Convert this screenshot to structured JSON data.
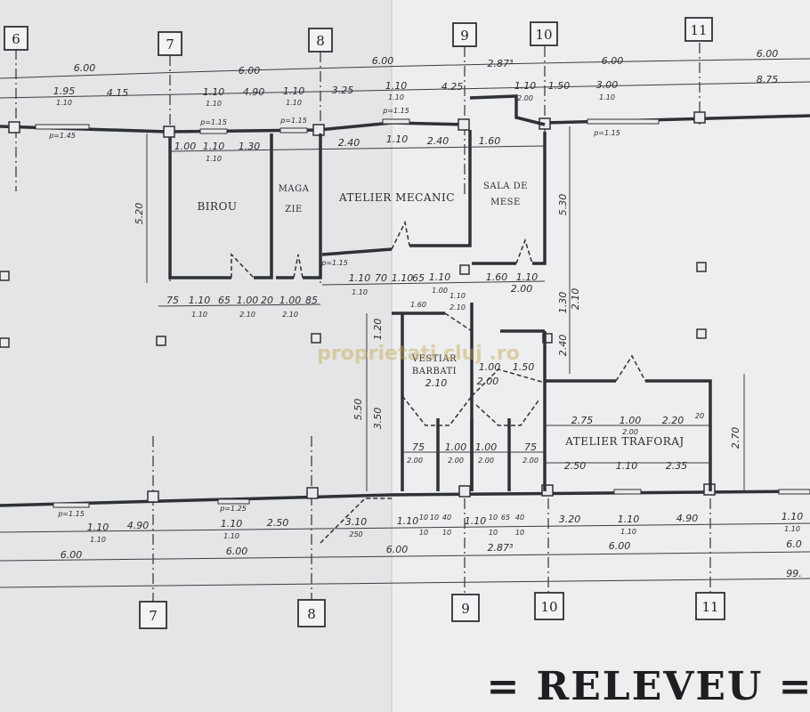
{
  "title": "= RELEVEU =",
  "watermark": "proprietati cluj .ro",
  "axes_top": [
    "6",
    "7",
    "8",
    "9",
    "10",
    "11"
  ],
  "axes_bottom": [
    "7",
    "8",
    "9",
    "10",
    "11"
  ],
  "rooms": {
    "birou": "BIROU",
    "magazie_1": "MAGA",
    "magazie_2": "ZIE",
    "atelier_mecanic": "ATELIER MECANIC",
    "sala_mese_1": "SALA DE",
    "sala_mese_2": "MESE",
    "vestiar_1": "VESTIAR",
    "vestiar_2": "BARBATI",
    "atelier_traforaj": "ATELIER TRAFORAJ"
  },
  "dims_top_row1": [
    "6.00",
    "6.00",
    "6.00",
    "2.87³",
    "6.00",
    "6.00"
  ],
  "dims_top_row2": [
    "1.95",
    "4.15",
    "1.10",
    "4.90",
    "1.10",
    "3.25",
    "1.10",
    "4.25",
    "1.10",
    "1.50",
    "3.00",
    "8.75"
  ],
  "dims_top_row2_sub": [
    "1.10",
    "1.10",
    "1.10",
    "1.10",
    "2.00",
    "1.10"
  ],
  "dims_inner_top": [
    "1.00",
    "1.10",
    "1.30",
    "2.40",
    "1.10",
    "2.40",
    "1.60"
  ],
  "dims_inner_top_sub": [
    "1.10"
  ],
  "dims_vertical": [
    "5.20",
    "5.30",
    "1.30",
    "2.10",
    "2.40",
    "1.20",
    "5.50",
    "3.50",
    "2.70"
  ],
  "parapet": [
    "p=1.45",
    "p=1.15",
    "p=1.15",
    "p=1.15",
    "p=1.15",
    "p=1.15",
    "p=1.15",
    "p=1.25"
  ],
  "dims_mid": [
    "75",
    "1.10",
    "65",
    "1.00",
    "20",
    "1.00",
    "85",
    "1.10",
    "2.10",
    "2.10",
    "1.10",
    "70",
    "1.10",
    "65",
    "1.10",
    "1.10",
    "1.60",
    "1.00",
    "1.10",
    "2.10",
    "2.00",
    "1.60",
    "1.10",
    "2.10",
    "1.00",
    "1.50",
    "2.00"
  ],
  "dims_lower": [
    "2.75",
    "1.00",
    "2.20",
    "20",
    "2.00",
    "2.50",
    "1.10",
    "2.35",
    "75",
    "1.00",
    "1.00",
    "75",
    "2.00",
    "2.00",
    "2.00",
    "2.00"
  ],
  "dims_bottom_row1": [
    "1.10",
    "4.90",
    "1.10",
    "2.50",
    "3.10",
    "1.10",
    "10",
    "10",
    "40",
    "1.10",
    "10",
    "65",
    "40",
    "3.20",
    "1.10",
    "4.90",
    "1.10"
  ],
  "dims_bottom_row1_sub": [
    "1.10",
    "1.10",
    "250",
    "10",
    "10",
    "10",
    "10",
    "1.10",
    "1.10"
  ],
  "dims_bottom_row2": [
    "6.00",
    "6.00",
    "6.00",
    "2.87³",
    "6.00",
    "6.0"
  ],
  "dims_bottom_total": "99."
}
